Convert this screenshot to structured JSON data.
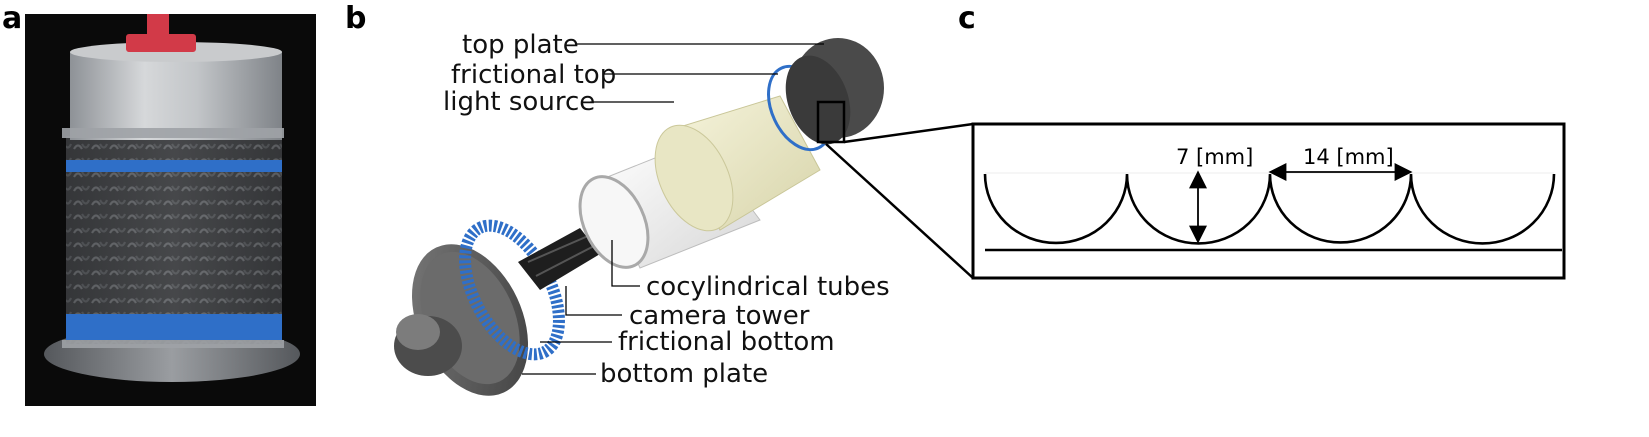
{
  "panels": {
    "a": "a",
    "b": "b",
    "c": "c"
  },
  "callouts": {
    "top_plate": "top plate",
    "frictional_top": "frictional top",
    "light_source": "light source",
    "cocylindrical_tubes": "cocylindrical tubes",
    "camera_tower": "camera tower",
    "frictional_bottom": "frictional bottom",
    "bottom_plate": "bottom plate"
  },
  "dimensions": {
    "depth": "7 [mm]",
    "pitch": "14 [mm]"
  },
  "colors": {
    "photo_background": "#0a0a0a",
    "red_hub": "#d23a48",
    "aluminum": "#b9bcc0",
    "blue_friction": "#2f6fc8",
    "light_source": "#eeeccd",
    "tube_white": "#f2f2f2",
    "plate_gray": "#5a5a5a",
    "tower_black": "#1e1e1e"
  }
}
